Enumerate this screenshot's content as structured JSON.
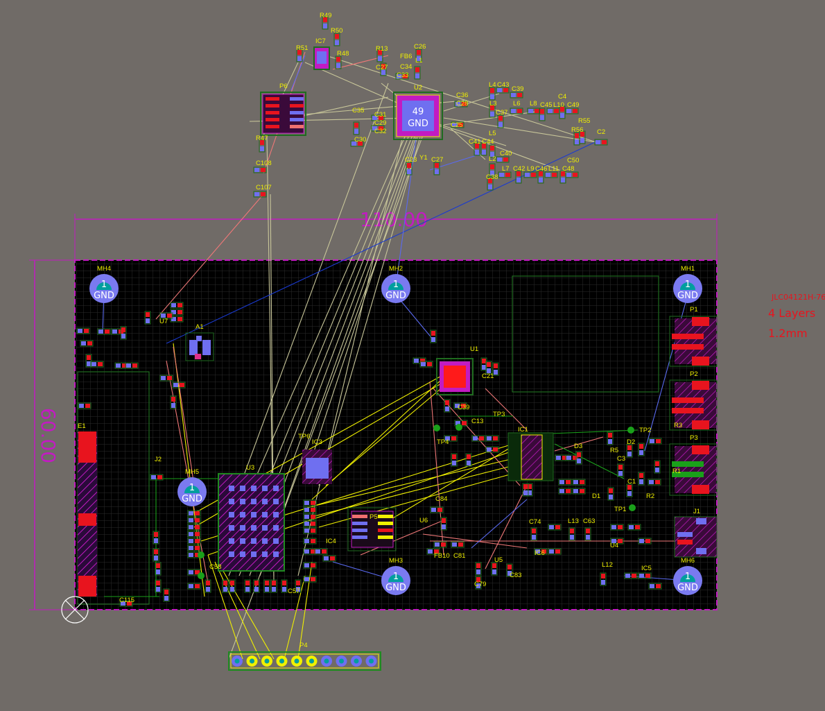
{
  "board": {
    "width_dimension": "110.00",
    "height_dimension": "60.00"
  },
  "stackup": {
    "code": "JLC04121H-76",
    "layers": "4 Layers",
    "thickness": "1.2mm"
  },
  "mounting_holes": [
    {
      "ref": "MH4",
      "pad": "1",
      "net": "GND"
    },
    {
      "ref": "MH2",
      "pad": "1",
      "net": "GND"
    },
    {
      "ref": "MH1",
      "pad": "1",
      "net": "GND"
    },
    {
      "ref": "MH5",
      "pad": "1",
      "net": "GND"
    },
    {
      "ref": "MH3",
      "pad": "1",
      "net": "GND"
    },
    {
      "ref": "MH6",
      "pad": "1",
      "net": "GND"
    }
  ],
  "u2_center_pad": {
    "pad": "49",
    "net": "GND"
  },
  "labels": {
    "top": [
      "R49",
      "R50",
      "R51",
      "IC7",
      "R48",
      "R13",
      "FB6",
      "C26",
      "C34",
      "C27",
      "C33",
      "U2",
      "P6",
      "C35",
      "C31",
      "C29",
      "C32",
      "C30",
      "R47",
      "C108",
      "C107",
      "C36",
      "C28",
      "C25",
      "L4",
      "C43",
      "C39",
      "L3",
      "C37",
      "L6",
      "L8",
      "C45",
      "L10",
      "C4",
      "C49",
      "R56",
      "R55",
      "C2",
      "C41",
      "C44",
      "L5",
      "C40",
      "L2",
      "L7",
      "C42",
      "L9",
      "C46",
      "L11",
      "C48",
      "C50",
      "C38",
      "C23",
      "Y1",
      "C27",
      "L1"
    ],
    "board": [
      "U7",
      "A1",
      "E1",
      "J2",
      "U3",
      "IC3",
      "U1",
      "C21",
      "TP4",
      "TP3",
      "IC1",
      "D3",
      "D1",
      "C84",
      "U6",
      "FB10",
      "C81",
      "C79",
      "U5",
      "C83",
      "C74",
      "IC6",
      "L13",
      "C63",
      "U4",
      "IC5",
      "L12",
      "J1",
      "TP2",
      "R5",
      "C3",
      "C1",
      "D2",
      "R3",
      "R1",
      "R2",
      "TP1",
      "P1",
      "P2",
      "P3",
      "IC4",
      "P5",
      "P4",
      "C115",
      "C57",
      "C39",
      "C13",
      "TP6",
      "C58"
    ]
  },
  "colors": {
    "background": "#706b67",
    "board": "#000000",
    "grid": "#2b2b2b",
    "outline": "#c21bc2",
    "silkscreen": "#f0f000",
    "top_pad": "#e8141e",
    "bottom_pad": "#6f6ff0",
    "ratsnest": "#c9c79a",
    "mounting_hole": "#7a7af0",
    "mounting_hole_core": "#009e9e"
  }
}
